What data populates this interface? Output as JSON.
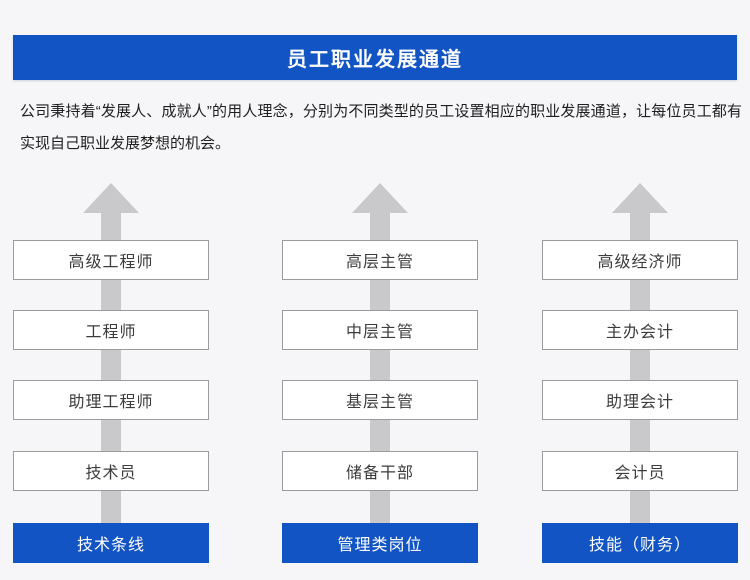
{
  "header": {
    "title": "员工职业发展通道"
  },
  "intro": {
    "text": "公司秉持着“发展人、成就人”的用人理念，分别为不同类型的员工设置相应的职业发展通道，让每位员工都有实现自己职业发展梦想的机会。"
  },
  "columns": [
    {
      "category": "技术条线",
      "levels": [
        "高级工程师",
        "工程师",
        "助理工程师",
        "技术员"
      ]
    },
    {
      "category": "管理类岗位",
      "levels": [
        "高层主管",
        "中层主管",
        "基层主管",
        "储备干部"
      ]
    },
    {
      "category": "技能（财务）",
      "levels": [
        "高级经济师",
        "主办会计",
        "助理会计",
        "会计员"
      ]
    }
  ],
  "colors": {
    "accent_blue": "#1254c4",
    "background": "#f6f6f8",
    "arrow_gray": "#c9c9cb",
    "box_border": "#9b9b9b"
  }
}
